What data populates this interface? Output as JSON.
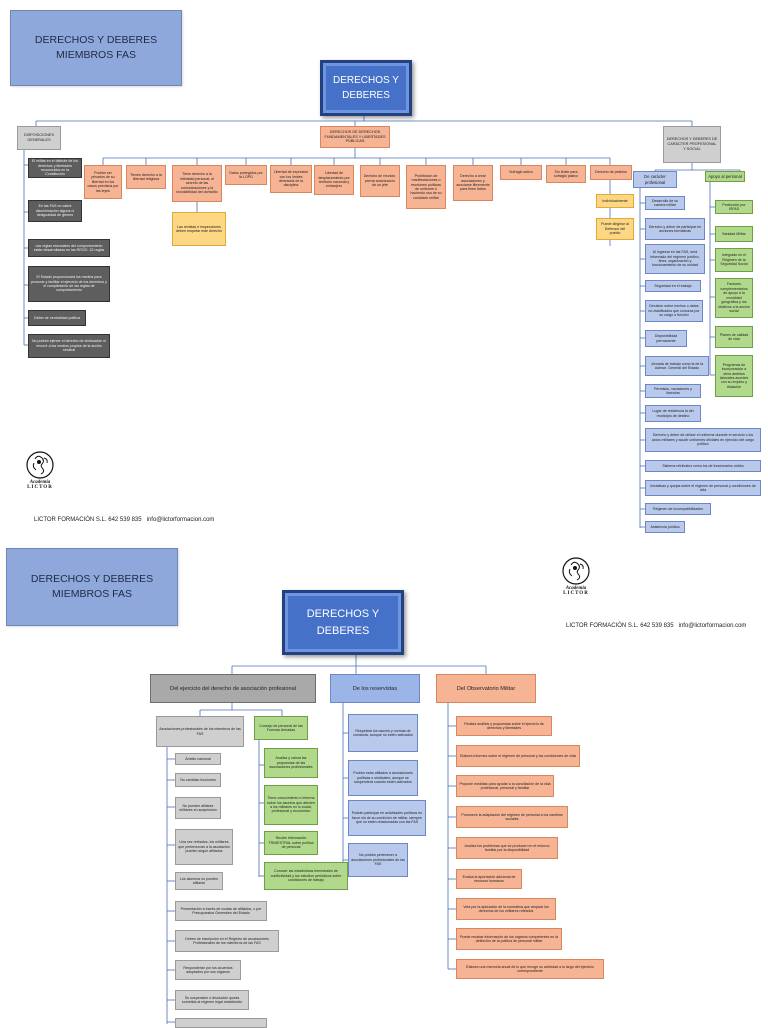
{
  "top": {
    "title_l1": "DERECHOS Y DEBERES",
    "title_l2": "MIEMBROS FAS",
    "root_l1": "DERECHOS Y",
    "root_l2": "DEBERES",
    "branches": {
      "general": "DISPOSICIONES GENERALES",
      "fundamental": "DERECHOS DE DERECHOS FUNDAMENTALES Y LIBERTADES PÚBLICAS",
      "professional": "DERECHOS Y DEBERES DE CARÁCTER PROFESIONAL Y SOCIAL"
    },
    "general_items": [
      "El militar en el disfrute de los derechos y libertades reconocidos en la Constitución",
      "En las FAS no cabrá discriminación alguna ni desigualdad de género",
      "Las reglas esenciales del comportamiento están desarrolladas en las RROO. 32 reglas",
      "El Estado proporcionará los medios para procurar y facilitar el ejercicio de los derechos y el cumplimiento de las reglas de comportamiento",
      "Deber de neutralidad política",
      "No podrán ejercer el derecho de sindicación ni recurrir a los medios propios de la acción sindical"
    ],
    "fundamental_items": [
      "Podrán ser privados de su libertad en los casos previstos por las leyes",
      "Tienen derecho a la libertad religiosa",
      "Tiene derecho a la intimidad personal, el secreto de las comunicaciones y la inviolabilidad del domicilio",
      "Datos protegidos por la LOPD",
      "Libertad de expresión con los límites derivados de la disciplina",
      "Libertad de desplazamiento por territorio nacional y extranjero",
      "Derecho de reunión, previa autorización de un jefe",
      "Prohibición de manifestaciones o reuniones políticas de uniforme o haciendo uso de su condición militar",
      "Derecho a crear asociaciones y asociarse libremente para fines lícitos",
      "Sufragio activo",
      "Sin límite para sufragio pasivo",
      "Derecho de petición"
    ],
    "privacy_note": "Las revistas e inspecciones deben respetar este derecho",
    "petition_items": [
      "Individualmente",
      "Puede dirigirse al Defensor del pueblo"
    ],
    "professional_col1_head": "De carácter profesional",
    "professional_col2_head": "Apoyo al personal",
    "professional_col1": [
      "Desarrollo de su carrera militar",
      "Derecho y deber de participar en acciones formativas",
      "Al ingresar en las FAS, será informado del régimen jurídico, fines, organización y funcionamiento de su unidad",
      "Seguridad en el trabajo",
      "Decisión sobre hechos o datos no clasificados que conozca por su cargo o función",
      "Disponibilidad permanente",
      "Jornada de trabajo como la de la Admon. General del Estado",
      "Permisos, vacaciones y licencias",
      "Lugar de residencia la del municipio de destino",
      "Derecho y deber de utilizar el uniforme durante el servicio o los actos militares y acudir uniformes oficiales en ejercicio del cargo político",
      "Sistema retributivo como los de funcionarios civiles",
      "Iniciativas y quejas sobre el régimen de personal y condiciones de vida",
      "Régimen de incompatibilidades",
      "Asistencia jurídica"
    ],
    "professional_col2": [
      "Protección por ISFAS",
      "Sanidad Militar",
      "Integrado en el Régimen de la Seguridad Social",
      "Factores complementarios de apoyo a la movilidad geográfica y los relativos a la acción social",
      "Planes de calidad de vida",
      "Programas de incorporación a otros ámbitos laborales acordes con su empleo y titulación"
    ],
    "footer_company": "LICTOR FORMACIÓN S.L. 642 539 835",
    "footer_email": "info@lictorformacion.com",
    "logo_word1": "Academia",
    "logo_word2": "LICTOR"
  },
  "bottom": {
    "title_l1": "DERECHOS Y DEBERES",
    "title_l2": "MIEMBROS FAS",
    "root_l1": "DERECHOS Y",
    "root_l2": "DEBERES",
    "footer_company": "LICTOR FORMACIÓN S.L. 642 539 835",
    "footer_email": "info@lictorformacion.com",
    "logo_word1": "Academia",
    "logo_word2": "LICTOR",
    "branches": {
      "association": "Del ejercicio del derecho de asociación profesional",
      "reservists": "De los reservistas",
      "observatory": "Del Observatorio Militar"
    },
    "assoc_head": "Asociaciones profesionales de los miembros de las FAS",
    "assoc_items": [
      "Ámbito nacional",
      "No cambian funciones",
      "No pueden afiliarse militares en suspensión",
      "Una vez retirados, los militares que pertenezcan a la asociación pueden seguir afiliados",
      "Los alumnos no pueden afiliarse",
      "Presentación a través de cuotas de afiliados, o por Presupuestos Generales del Estado",
      "Deben de inscripción en el Registro de asociaciones Profesionales de los miembros de las FAS",
      "Responderán por los acuerdos adoptados por sus órganos",
      "Su suspensión o disolución queda sometida al régimen legal establecido",
      ""
    ],
    "council_head": "Consejo de personal de las Fuerzas Armadas",
    "council_items": [
      "Analiza y valora las propuestas de las asociaciones profesionales",
      "Tiene conocimiento e informa sobre los asuntos que afecten a los militares en lo social, profesional y económico",
      "Recibe información TRIMESTRAL sobre política de personal",
      "Conocer las estadísticas trimestrales de conflictividad y los estudios periódicos sobre condiciones de trabajo"
    ],
    "reservist_items": [
      "Respetará los cauces y normas de conducta, aunque no estén activados",
      "Podrán estar afiliados a asociaciones políticas o sindicales, aunque se suspenderá cuando estén activados",
      "Podrán participar en actividades políticas en favor sin de su condición de militar, siempre que no estén relacionadas con las FAS",
      "No podrán pertenecer a asociaciones profesionales de las FAS"
    ],
    "observatory_items": [
      "Realiza análisis y propuestas sobre el ejercicio de derechos y libertades",
      "Elabora informes sobre el régimen de personal y las condiciones de vida",
      "Propone medidas para ayudar a la conciliación de la vida profesional, personal y familiar",
      "Promueve la adaptación del régimen de personal a los cambios sociales",
      "Analiza los problemas que se producen en el entorno familiar por la disponibilidad",
      "Evalúa la aportación adicional de recursos humanos",
      "Vela por la aplicación de la normativa que ampara los derechos de los militares retirados",
      "Puede recabar información de los órganos competentes en la definición de la política de personal militar",
      "Elabora una memoria anual de lo que recoge su actividad a lo largo del ejercicio correspondiente"
    ]
  }
}
